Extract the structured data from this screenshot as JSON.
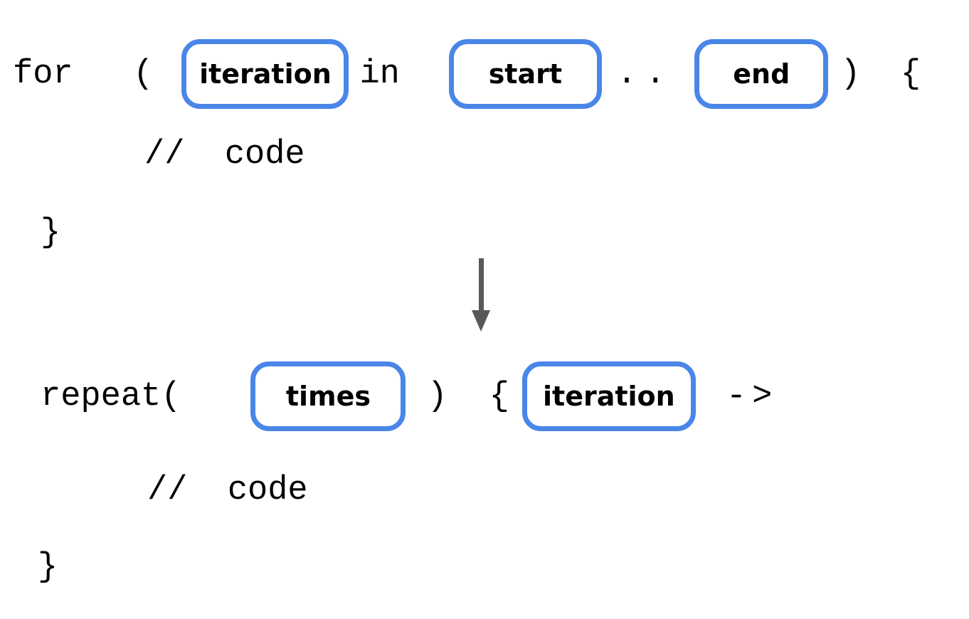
{
  "colors": {
    "box_border": "#4a86e8",
    "arrow": "#57585c",
    "code_text": "#000000"
  },
  "before_block": {
    "code_prefix": "for   (",
    "iteration_label": "iteration",
    "in_keyword": "in",
    "start_label": "start",
    "range_dots": "..",
    "end_label": "end",
    "code_suffix": ")  {",
    "body_comment": "//  code",
    "closing_brace": "}"
  },
  "arrow": {
    "icon": "down-arrow"
  },
  "after_block": {
    "code_prefix": "repeat(",
    "times_label": "times",
    "close_paren": ")",
    "open_brace": "{",
    "iteration_label": "iteration",
    "lambda_arrow": "->",
    "body_comment": "//  code",
    "closing_brace": "}"
  }
}
